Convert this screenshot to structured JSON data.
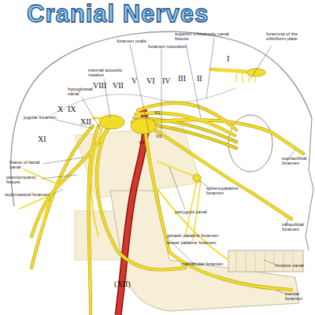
{
  "diagram": {
    "title": "Cranial Nerves",
    "labels": [
      "foramina of the cribriform plate",
      "optic canal",
      "superior orbital fissure",
      "foramen rotundum",
      "foramen ovale",
      "internal acoustic meatus",
      "hypoglossal canal",
      "I",
      "II",
      "III",
      "IV",
      "VI",
      "V",
      "VII",
      "VIII",
      "jugular foramen",
      "X",
      "IX",
      "XII",
      "XI",
      "V1",
      "V2",
      "V3",
      "hiatus of facial canal",
      "petrotympanic fissure",
      "stylomastoid foramen",
      "supraorbital foramen",
      "sphenopalatine foramen",
      "pterygoid canal",
      "greater palatine foramen",
      "lesser palatine foramen",
      "infraorbital foramen",
      "mandibular foramen",
      "incisive canal",
      "(XII)",
      "mental foramen"
    ]
  }
}
